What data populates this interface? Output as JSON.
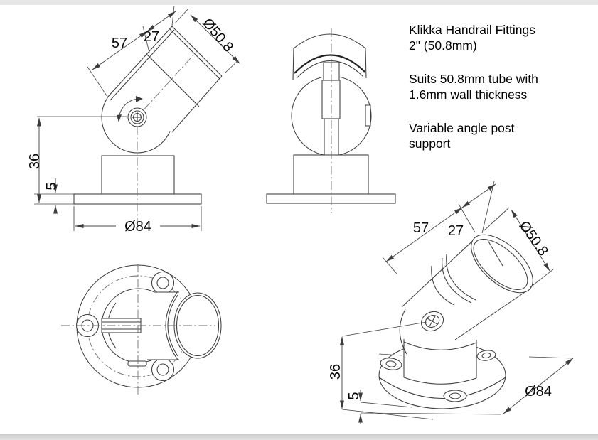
{
  "info_panel": {
    "brand_line1": "Klikka Handrail Fittings",
    "brand_line2": "2\" (50.8mm)",
    "fit_line1": "Suits 50.8mm tube with",
    "fit_line2": "1.6mm wall thickness",
    "type_line1": "Variable angle post",
    "type_line2": "support"
  },
  "dimensions": {
    "tube_length": "57",
    "insert_depth": "27",
    "tube_diameter": "Ø50.8",
    "post_height": "36",
    "base_thickness": "5",
    "base_diameter": "Ø84"
  },
  "colors": {
    "line": "#3c3c3c",
    "background": "#ffffff",
    "frame_bar": "#e6e6e6"
  }
}
